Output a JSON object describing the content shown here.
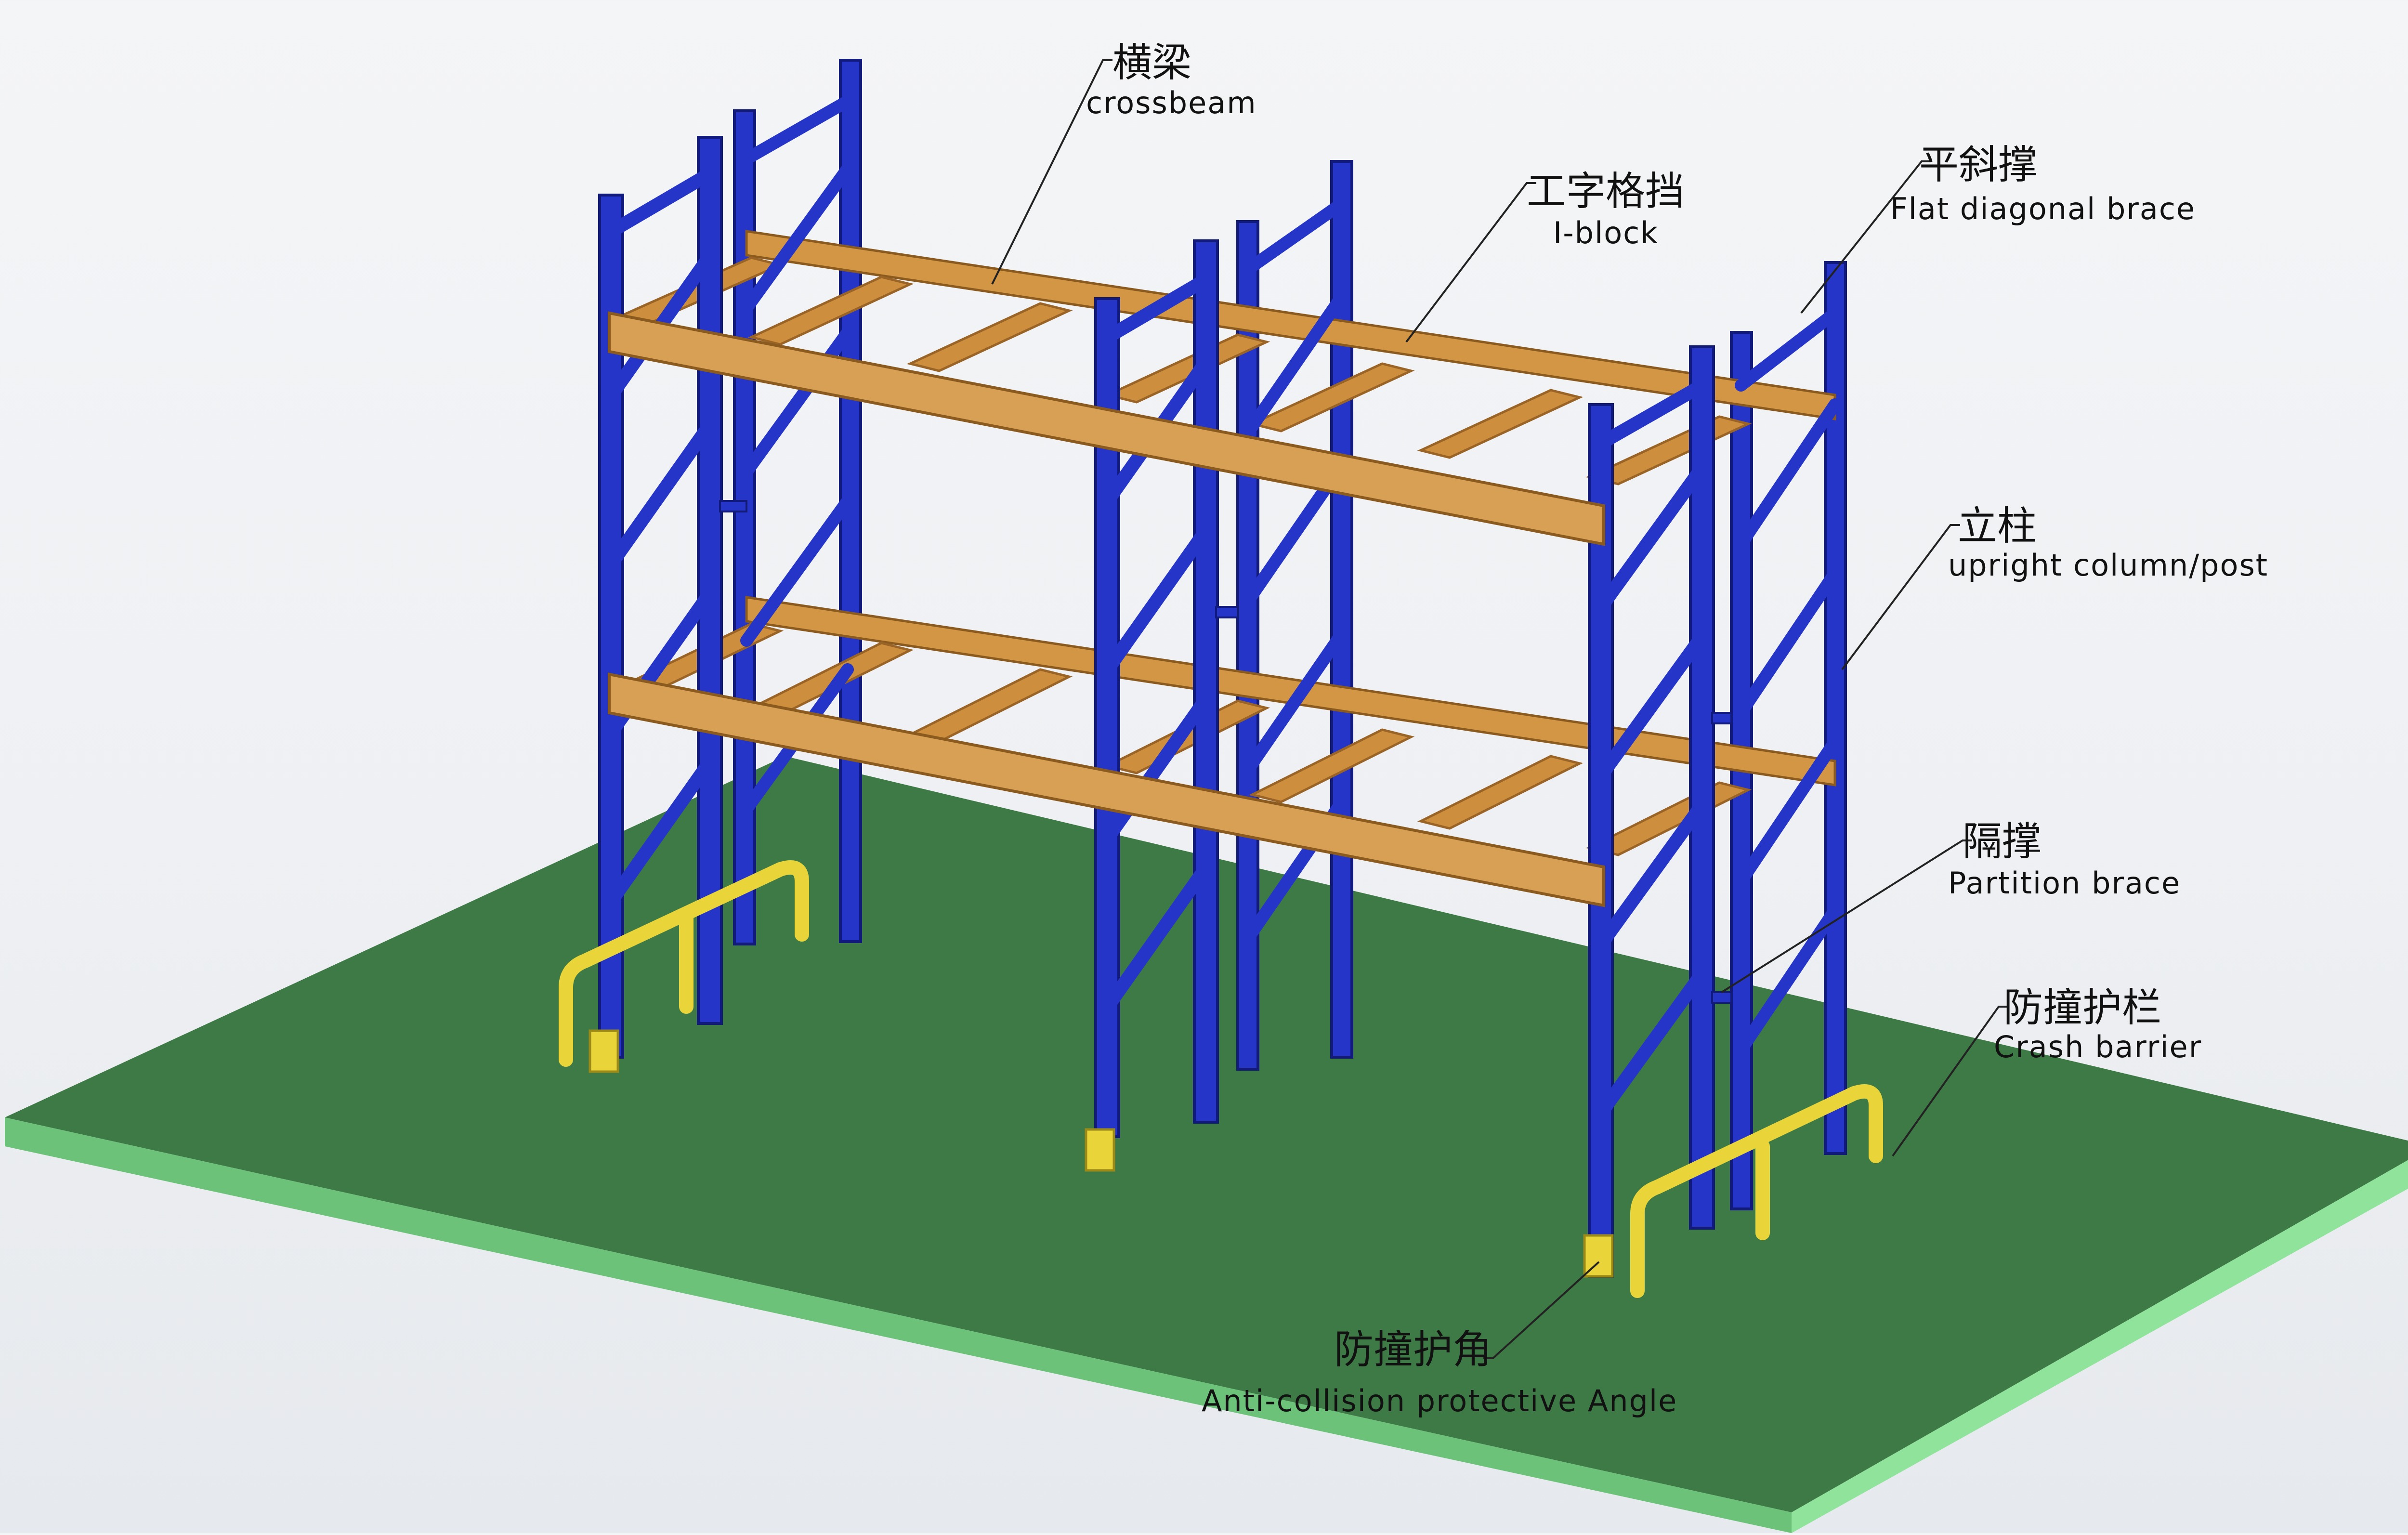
{
  "colors": {
    "background": "#f0f2f5",
    "floor_top": "#3e7a45",
    "floor_side": "#7dd88a",
    "upright": "#1f2fbf",
    "beam": "#c9893a",
    "guard": "#e9d43a",
    "leader": "#222222"
  },
  "labels": {
    "crossbeam": {
      "cn": "横梁",
      "en": "crossbeam"
    },
    "i_block": {
      "cn": "工字格挡",
      "en": "I-block"
    },
    "flat_diagonal_brace": {
      "cn": "平斜撑",
      "en": "Flat diagonal brace"
    },
    "upright": {
      "cn": "立柱",
      "en": "upright column/post"
    },
    "partition_brace": {
      "cn": "隔撑",
      "en": "Partition brace"
    },
    "crash_barrier": {
      "cn": "防撞护栏",
      "en": "Crash barrier"
    },
    "anti_collision_angle": {
      "cn": "防撞护角",
      "en": "Anti-collision protective Angle"
    }
  },
  "icons": {
    "rack": "pallet-rack-illustration",
    "floor": "warehouse-floor-slab"
  }
}
